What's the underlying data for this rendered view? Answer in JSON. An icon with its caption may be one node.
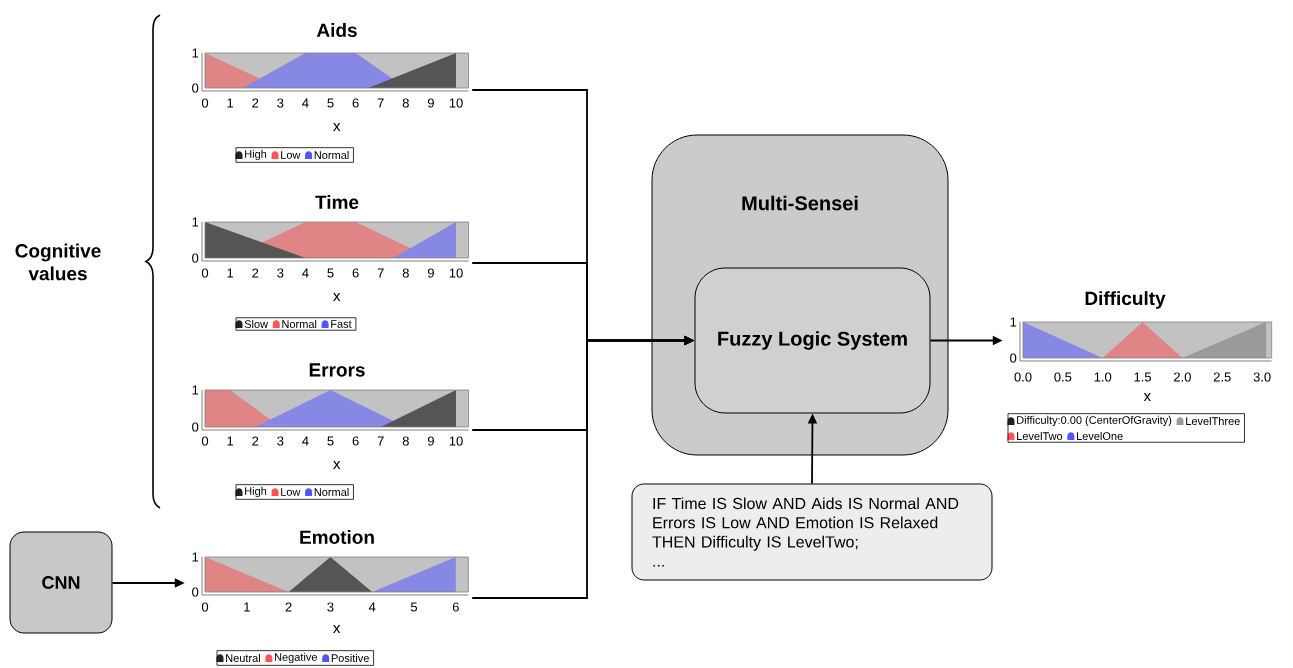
{
  "diagram": {
    "nodes": [
      {
        "text": [
          "Aids",
          "1",
          "0",
          "0",
          "1",
          "2",
          "3",
          "4",
          "5",
          "6",
          "7",
          "8",
          "9",
          "10",
          "x",
          "High",
          "Low",
          "Normal"
        ]
      },
      {
        "text": [
          "Time",
          "1",
          "0",
          "0",
          "1",
          "2",
          "3",
          "4",
          "5",
          "6",
          "7",
          "8",
          "9",
          "10",
          "x",
          "Slow",
          "Normal",
          "Fast"
        ]
      },
      {
        "text": [
          "Errors",
          "1",
          "0",
          "0",
          "1",
          "2",
          "3",
          "4",
          "5",
          "6",
          "7",
          "8",
          "9",
          "10",
          "x",
          "High",
          "Low",
          "Normal"
        ]
      },
      {
        "text": [
          "CNN"
        ]
      },
      {
        "text": [
          "Emotion",
          "1",
          "0",
          "0",
          "1",
          "2",
          "3",
          "4",
          "5",
          "6",
          "x",
          "Neutral",
          "Negative",
          "Positive"
        ]
      },
      {
        "text": [
          "Multi-Sensei"
        ]
      },
      {
        "text": [
          "Fuzzy Logic System"
        ],
        "in": 5
      },
      {
        "text": [
          "Difficulty",
          "1",
          "0",
          "0.0",
          "0.5",
          "1.0",
          "1.5",
          "2.0",
          "2.5",
          "3.0",
          "x",
          "Difficulty:0.00 (CenterOfGravity)",
          "LevelThree",
          "LevelTwo",
          "LevelOne"
        ]
      },
      {
        "text": [
          "IF Time IS Slow AND Aids IS Normal AND Errors IS Low AND Emotion IS Relaxed THEN Difficulty IS LevelTwo;",
          "..."
        ]
      }
    ],
    "edges": [
      {
        "from": 0,
        "to": 6,
        "arrow": "to"
      },
      {
        "from": 1,
        "to": 6,
        "arrow": "to"
      },
      {
        "from": 2,
        "to": 6,
        "arrow": "to"
      },
      {
        "from": 4,
        "to": 6,
        "arrow": "to"
      },
      {
        "from": 3,
        "to": 4,
        "arrow": "to"
      },
      {
        "from": 6,
        "to": 7,
        "arrow": "to"
      },
      {
        "from": 8,
        "to": 6,
        "arrow": "to"
      }
    ],
    "labels": [
      "Cognitive values"
    ]
  }
}
